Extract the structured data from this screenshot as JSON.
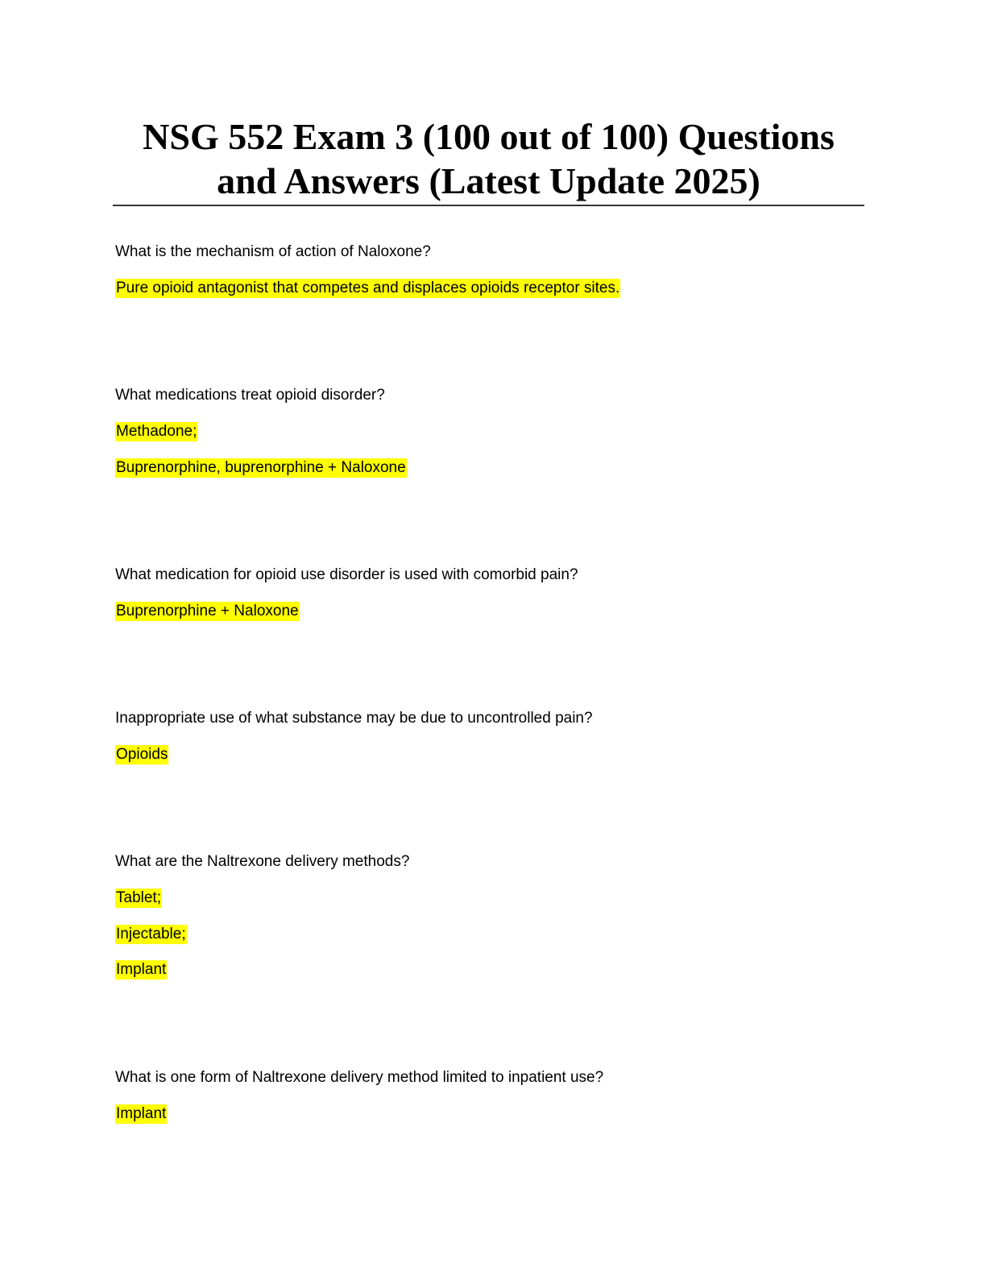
{
  "title": "NSG 552 Exam 3 (100 out of 100) Questions and Answers (Latest Update 2025)",
  "items": [
    {
      "q": "What is the mechanism of action of Naloxone?",
      "a": [
        "Pure opioid antagonist that competes and displaces opioids receptor sites."
      ]
    },
    {
      "q": "What medications treat opioid disorder?",
      "a": [
        "Methadone;",
        "Buprenorphine, buprenorphine + Naloxone"
      ]
    },
    {
      "q": "What medication for opioid use disorder is used with comorbid pain?",
      "a": [
        "Buprenorphine + Naloxone"
      ]
    },
    {
      "q": "Inappropriate use of what substance may be due to uncontrolled pain?",
      "a": [
        "Opioids"
      ]
    },
    {
      "q": "What are the Naltrexone delivery methods?",
      "a": [
        "Tablet;",
        "Injectable;",
        "Implant"
      ]
    },
    {
      "q": "What is one form of Naltrexone delivery method limited to inpatient use?",
      "a": [
        "Implant"
      ]
    }
  ]
}
